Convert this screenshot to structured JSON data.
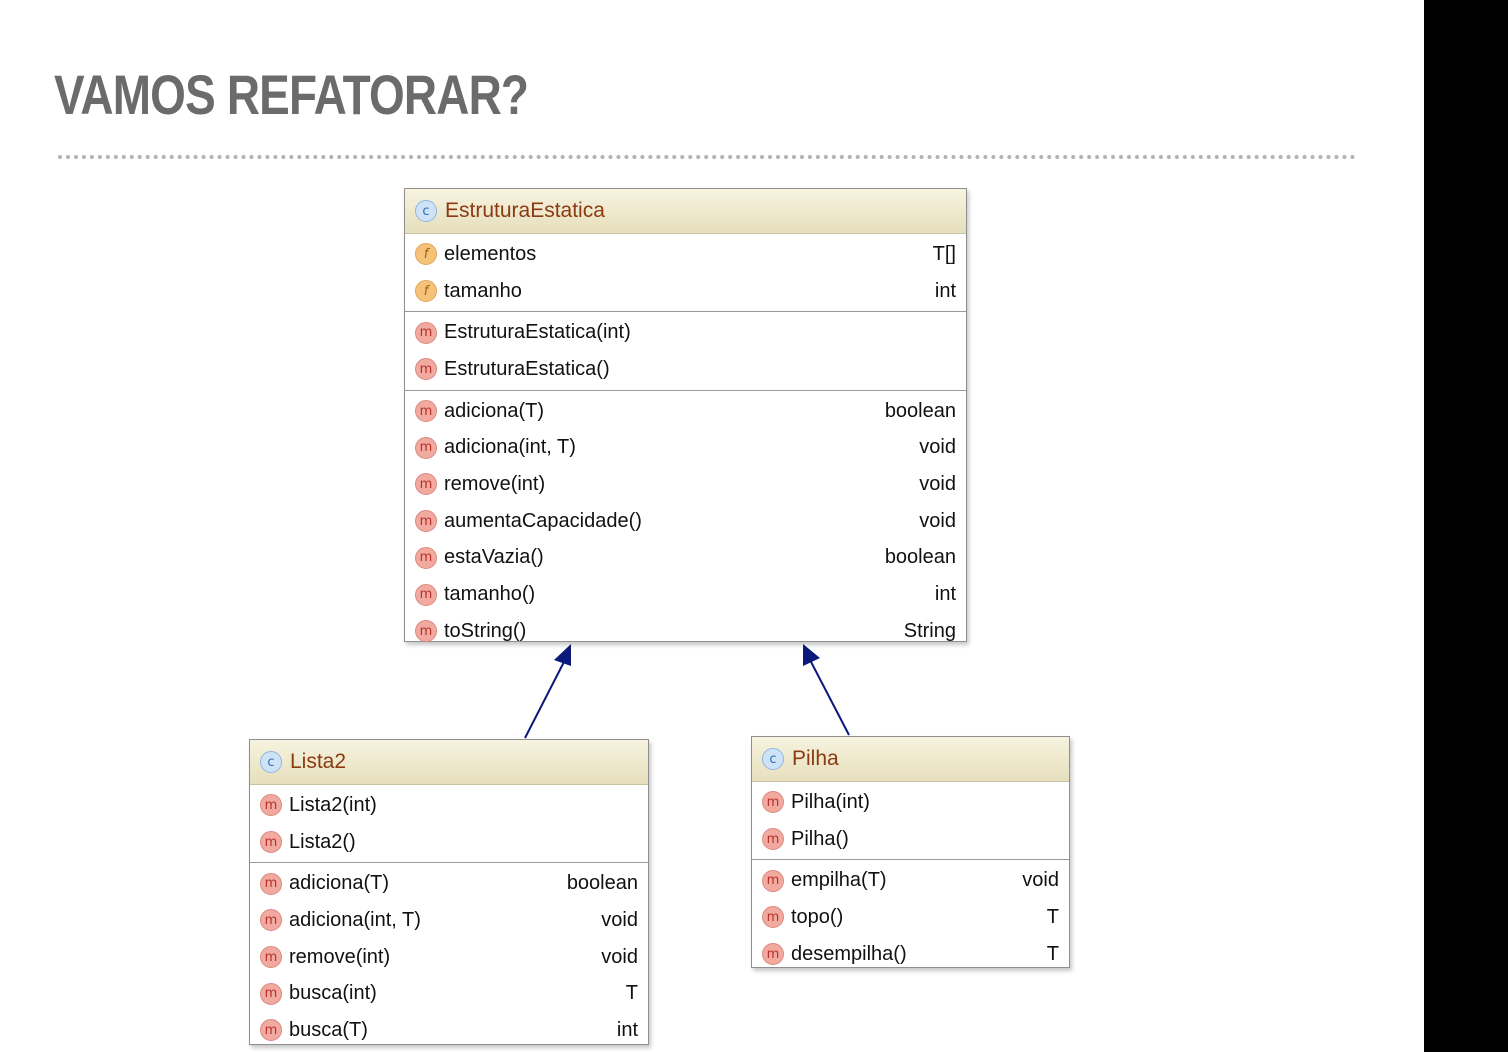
{
  "slide": {
    "title": "VAMOS REFATORAR?"
  },
  "diagram": {
    "classes": {
      "estrutura": {
        "name": "EstruturaEstatica",
        "sections": [
          [
            {
              "kind": "f",
              "name": "elementos",
              "type": "T[]"
            },
            {
              "kind": "f",
              "name": "tamanho",
              "type": "int"
            }
          ],
          [
            {
              "kind": "m",
              "name": "EstruturaEstatica(int)",
              "type": ""
            },
            {
              "kind": "m",
              "name": "EstruturaEstatica()",
              "type": ""
            }
          ],
          [
            {
              "kind": "m",
              "name": "adiciona(T)",
              "type": "boolean"
            },
            {
              "kind": "m",
              "name": "adiciona(int, T)",
              "type": "void"
            },
            {
              "kind": "m",
              "name": "remove(int)",
              "type": "void"
            },
            {
              "kind": "m",
              "name": "aumentaCapacidade()",
              "type": "void"
            },
            {
              "kind": "m",
              "name": "estaVazia()",
              "type": "boolean"
            },
            {
              "kind": "m",
              "name": "tamanho()",
              "type": "int"
            },
            {
              "kind": "m",
              "name": "toString()",
              "type": "String"
            }
          ]
        ]
      },
      "lista2": {
        "name": "Lista2",
        "sections": [
          [
            {
              "kind": "m",
              "name": "Lista2(int)",
              "type": ""
            },
            {
              "kind": "m",
              "name": "Lista2()",
              "type": ""
            }
          ],
          [
            {
              "kind": "m",
              "name": "adiciona(T)",
              "type": "boolean"
            },
            {
              "kind": "m",
              "name": "adiciona(int, T)",
              "type": "void"
            },
            {
              "kind": "m",
              "name": "remove(int)",
              "type": "void"
            },
            {
              "kind": "m",
              "name": "busca(int)",
              "type": "T"
            },
            {
              "kind": "m",
              "name": "busca(T)",
              "type": "int"
            }
          ]
        ]
      },
      "pilha": {
        "name": "Pilha",
        "sections": [
          [
            {
              "kind": "m",
              "name": "Pilha(int)",
              "type": ""
            },
            {
              "kind": "m",
              "name": "Pilha()",
              "type": ""
            }
          ],
          [
            {
              "kind": "m",
              "name": "empilha(T)",
              "type": "void"
            },
            {
              "kind": "m",
              "name": "topo()",
              "type": "T"
            },
            {
              "kind": "m",
              "name": "desempilha()",
              "type": "T"
            }
          ]
        ]
      }
    },
    "icons": {
      "class": "c",
      "field": "f",
      "method": "m"
    },
    "colors": {
      "class_name": "#8b3a12",
      "arrow": "#0a1a7a",
      "title": "#6b6b6b"
    }
  }
}
